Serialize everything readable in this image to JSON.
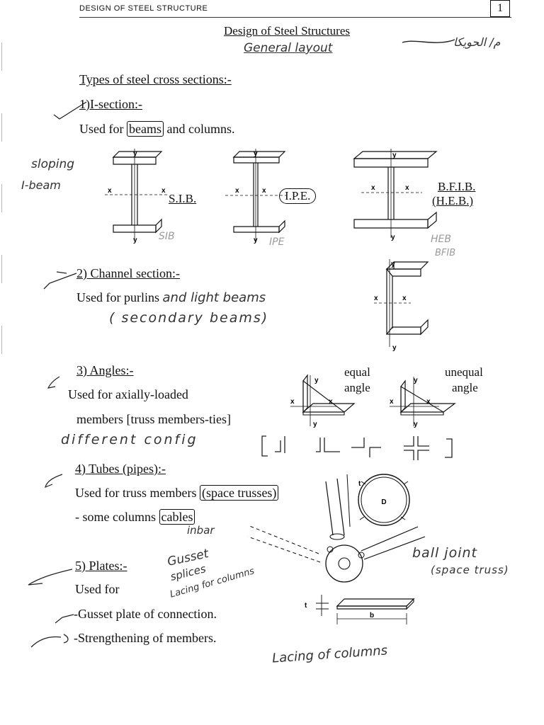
{
  "header": {
    "running_title": "DESIGN OF STEEL STRUCTURE",
    "page_number": "1"
  },
  "title": {
    "main": "Design of Steel Structures",
    "handwritten_subtitle": "General layout",
    "arabic_note": "م/ الحويكا"
  },
  "section_heading": "Types of steel cross sections:-",
  "i_section": {
    "heading": "1)I-section:-",
    "used_for_prefix": "Used for ",
    "used_for_boxed": "beams",
    "used_for_suffix": " and columns.",
    "margin_note_1": "sloping",
    "margin_note_2": "I-beam",
    "labels": {
      "sib": "S.I.B.",
      "ipe": "I.P.E.",
      "bfib": "B.F.I.B.",
      "heb": "(H.E.B.)"
    },
    "faint_notes": [
      "SIB",
      "IPE",
      "HEB",
      "BFIB"
    ]
  },
  "channel": {
    "heading": "2) Channel section:-",
    "used_for_printed": "Used for purlins ",
    "used_for_hand": "and light beams",
    "hand_note": "( secondary beams)"
  },
  "angles": {
    "heading": "3) Angles:-",
    "line1": "Used for axially-loaded",
    "line2_prefix": "members ",
    "line2_boxed": "[truss members-ties]",
    "equal_1": "equal",
    "equal_2": "angle",
    "unequal_1": "unequal",
    "unequal_2": "angle",
    "hand_note": "different config"
  },
  "tubes": {
    "heading": "4) Tubes (pipes):-",
    "line1_prefix": "Used for truss members ",
    "line1_boxed": "(space trusses)",
    "line2_prefix": "- some columns ",
    "line2_boxed": "cables",
    "hand_note": "inbar",
    "ball_note_1": "ball joint",
    "ball_note_2": "(space truss)"
  },
  "plates": {
    "heading": "5) Plates:-",
    "used_for": "Used for",
    "item1": "-Gusset plate of connection.",
    "item2": "-Strengthening of members.",
    "hand_1": "Gusset",
    "hand_2": "splices",
    "hand_3": "Lacing for columns",
    "hand_4": "Lacing of columns"
  },
  "axis_labels": {
    "x": "x",
    "y": "y",
    "d": "D",
    "t": "t",
    "b": "b"
  }
}
